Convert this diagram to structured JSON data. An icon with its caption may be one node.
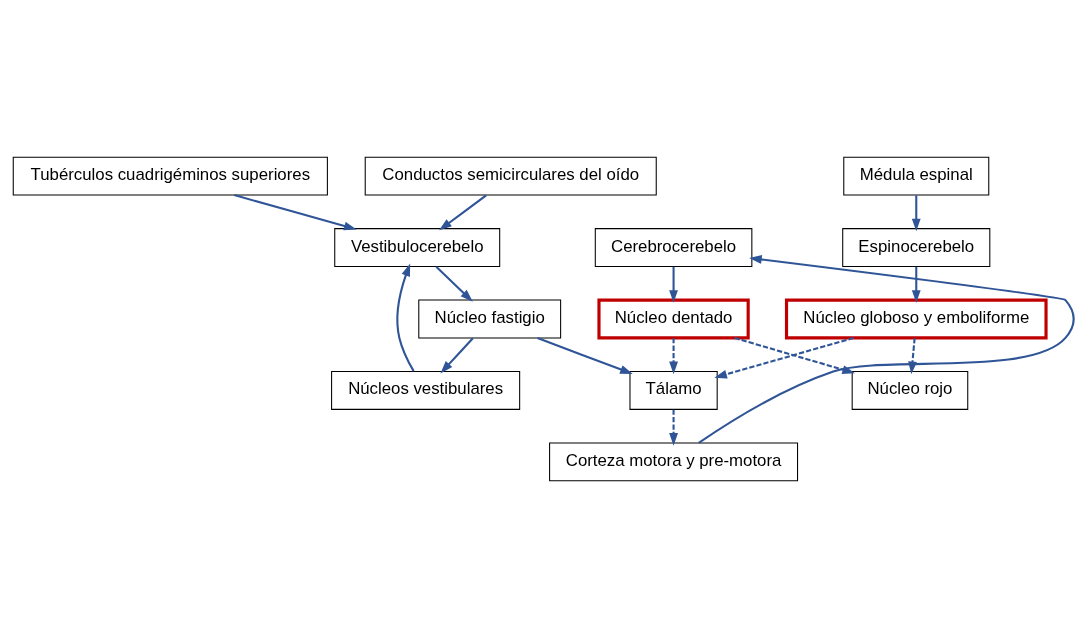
{
  "diagram": {
    "nodes": [
      {
        "text": [
          "Conductos semicirculares del oído"
        ]
      },
      {
        "text": [
          "Tubérculos cuadrigéminos superiores"
        ]
      },
      {
        "text": [
          "Médula espinal"
        ]
      },
      {
        "text": [
          "Vestibulocerebelo"
        ]
      },
      {
        "text": [
          "Espinocerebelo"
        ]
      },
      {
        "text": [
          "Cerebrocerebelo"
        ]
      },
      {
        "text": [
          "Núcleo fastigio"
        ]
      },
      {
        "text": [
          "Núcleo globoso y emboliforme"
        ]
      },
      {
        "text": [
          "Núcleo dentado"
        ]
      },
      {
        "text": [
          "Núcleos vestibulares"
        ]
      },
      {
        "text": [
          "Núcleo rojo"
        ]
      },
      {
        "text": [
          "Tálamo"
        ]
      },
      {
        "text": [
          "Corteza motora y pre-motora"
        ]
      }
    ],
    "edges": [
      {
        "from": 0,
        "to": 3,
        "arrow": "to"
      },
      {
        "from": 1,
        "to": 3,
        "arrow": "to"
      },
      {
        "from": 2,
        "to": 4,
        "arrow": "to"
      },
      {
        "from": 9,
        "to": 3,
        "arrow": "to"
      },
      {
        "from": 3,
        "to": 6,
        "arrow": "to"
      },
      {
        "from": 4,
        "to": 7,
        "arrow": "to"
      },
      {
        "from": 5,
        "to": 8,
        "arrow": "to"
      },
      {
        "from": 6,
        "to": 9,
        "arrow": "to"
      },
      {
        "from": 6,
        "to": 11,
        "arrow": "to"
      },
      {
        "from": 7,
        "to": 10,
        "arrow": "to",
        "style": "dashed"
      },
      {
        "from": 7,
        "to": 11,
        "arrow": "to",
        "style": "dashed"
      },
      {
        "from": 8,
        "to": 10,
        "arrow": "to",
        "style": "dashed"
      },
      {
        "from": 8,
        "to": 11,
        "arrow": "to",
        "style": "dashed"
      },
      {
        "from": 11,
        "to": 12,
        "arrow": "to",
        "style": "dashed"
      },
      {
        "from": 12,
        "to": 5,
        "arrow": "to"
      }
    ]
  }
}
